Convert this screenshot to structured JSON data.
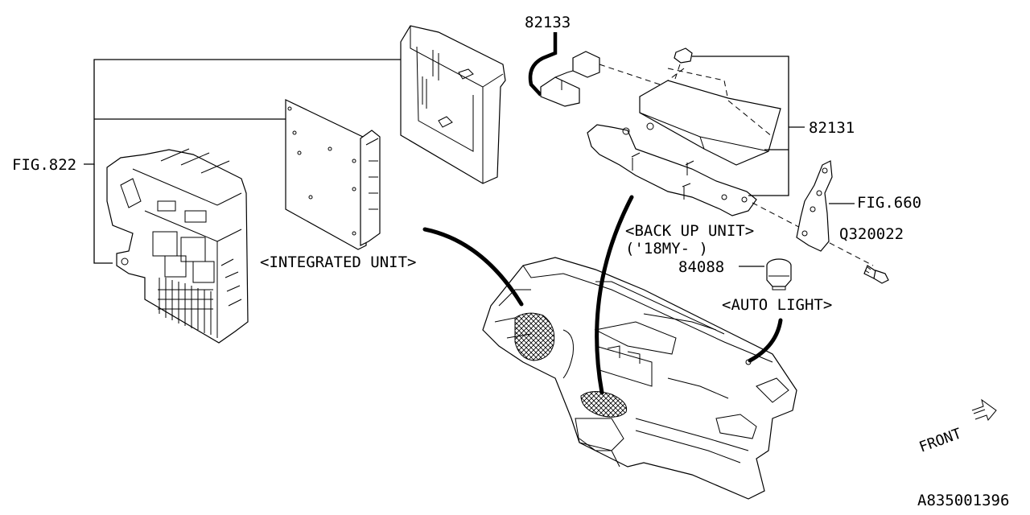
{
  "diagram": {
    "labels": {
      "fig822": "FIG.822",
      "integrated_unit": "<INTEGRATED UNIT>",
      "part_82133": "82133",
      "part_82131": "82131",
      "fig660": "FIG.660",
      "part_q320022": "Q320022",
      "backup_unit_line1": "<BACK UP UNIT>",
      "backup_unit_line2": "('18MY- )",
      "part_84088": "84088",
      "auto_light": "<AUTO LIGHT>",
      "front": "FRONT",
      "drawing_number": "A835001396"
    }
  }
}
